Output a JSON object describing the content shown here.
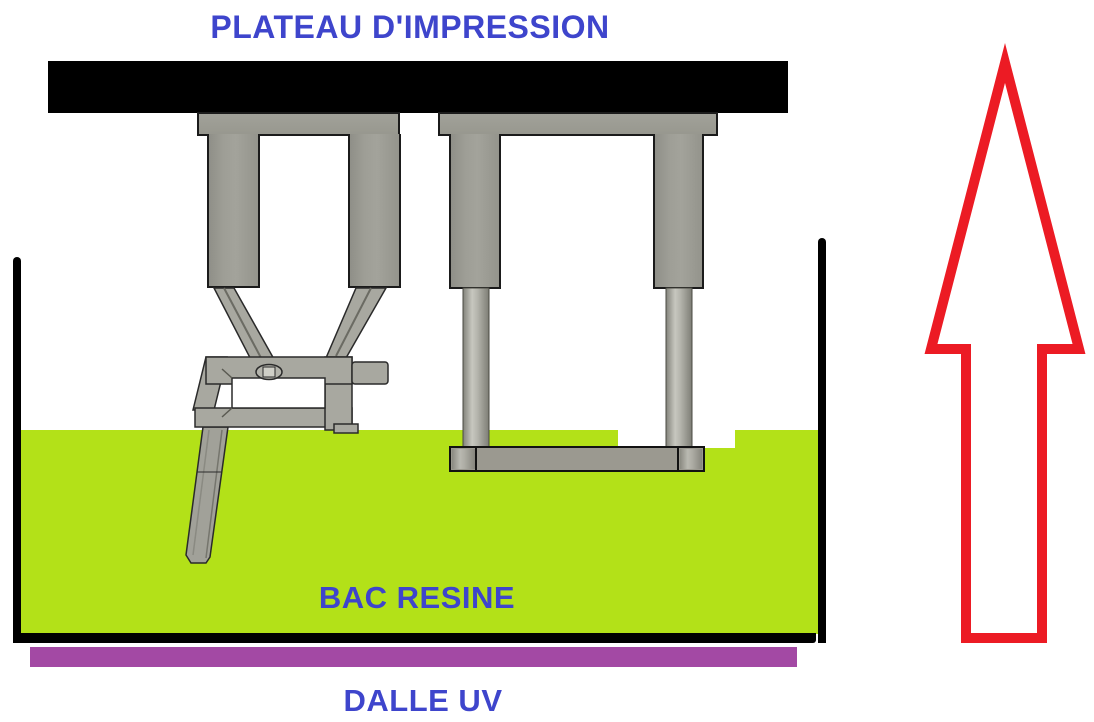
{
  "title": "PLATEAU D'IMPRESSION",
  "labels": {
    "resin_tank": "BAC RESINE",
    "uv_panel": "DALLE UV"
  },
  "arrow": {
    "direction": "up"
  },
  "colors": {
    "label_blue": "#3E45CC",
    "resin_green": "#B3E118",
    "uv_purple": "#A349A4",
    "arrow_red": "#EC1B24",
    "platform_black": "#000000",
    "part_gray": "#A8A8A0",
    "column_gray": "#9A9A91",
    "outline_dark": "#2A2A2A"
  }
}
